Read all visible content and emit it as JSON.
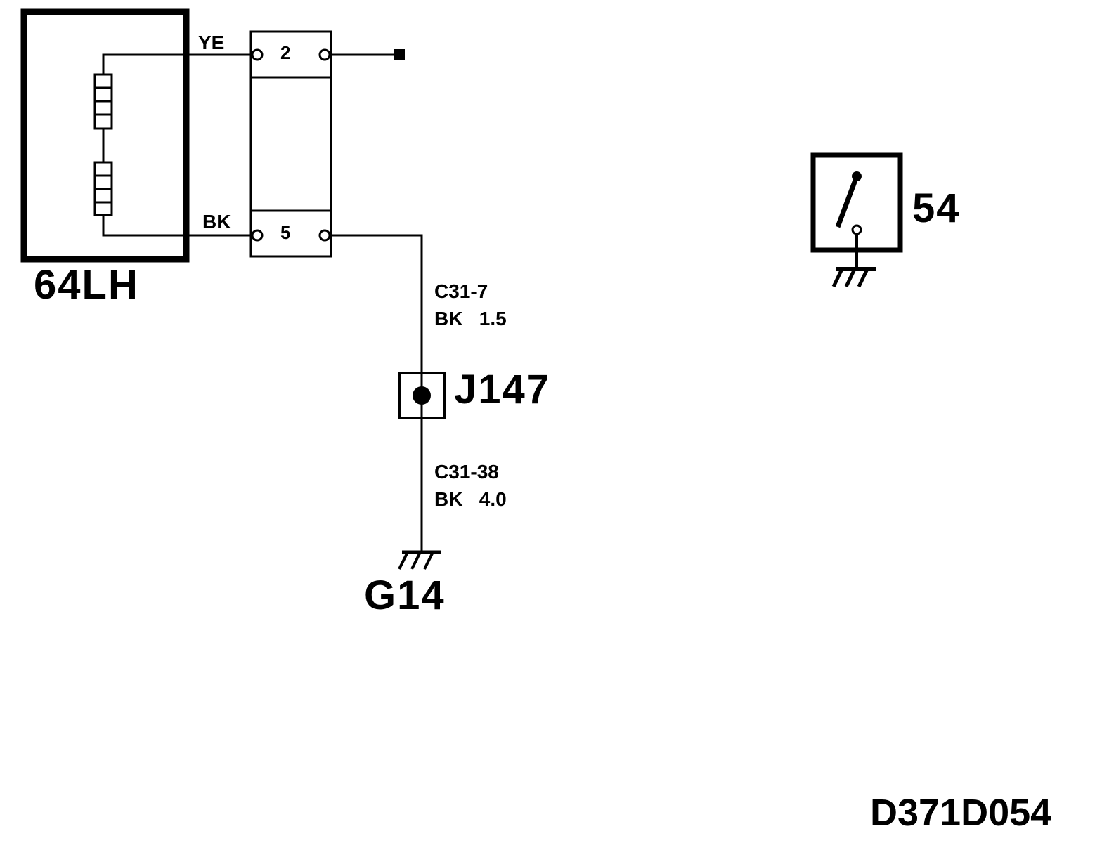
{
  "component_64lh": {
    "label": "64LH"
  },
  "connector": {
    "pin_top": "2",
    "pin_bottom": "5",
    "wire_top_color": "YE",
    "wire_bottom_color": "BK"
  },
  "wire_upper": {
    "circuit": "C31-7",
    "spec": "BK   1.5"
  },
  "junction": {
    "label": "J147"
  },
  "wire_lower": {
    "circuit": "C31-38",
    "spec": "BK   4.0"
  },
  "ground": {
    "label": "G14"
  },
  "switch_54": {
    "label": "54"
  },
  "drawing_code": "D371D054"
}
